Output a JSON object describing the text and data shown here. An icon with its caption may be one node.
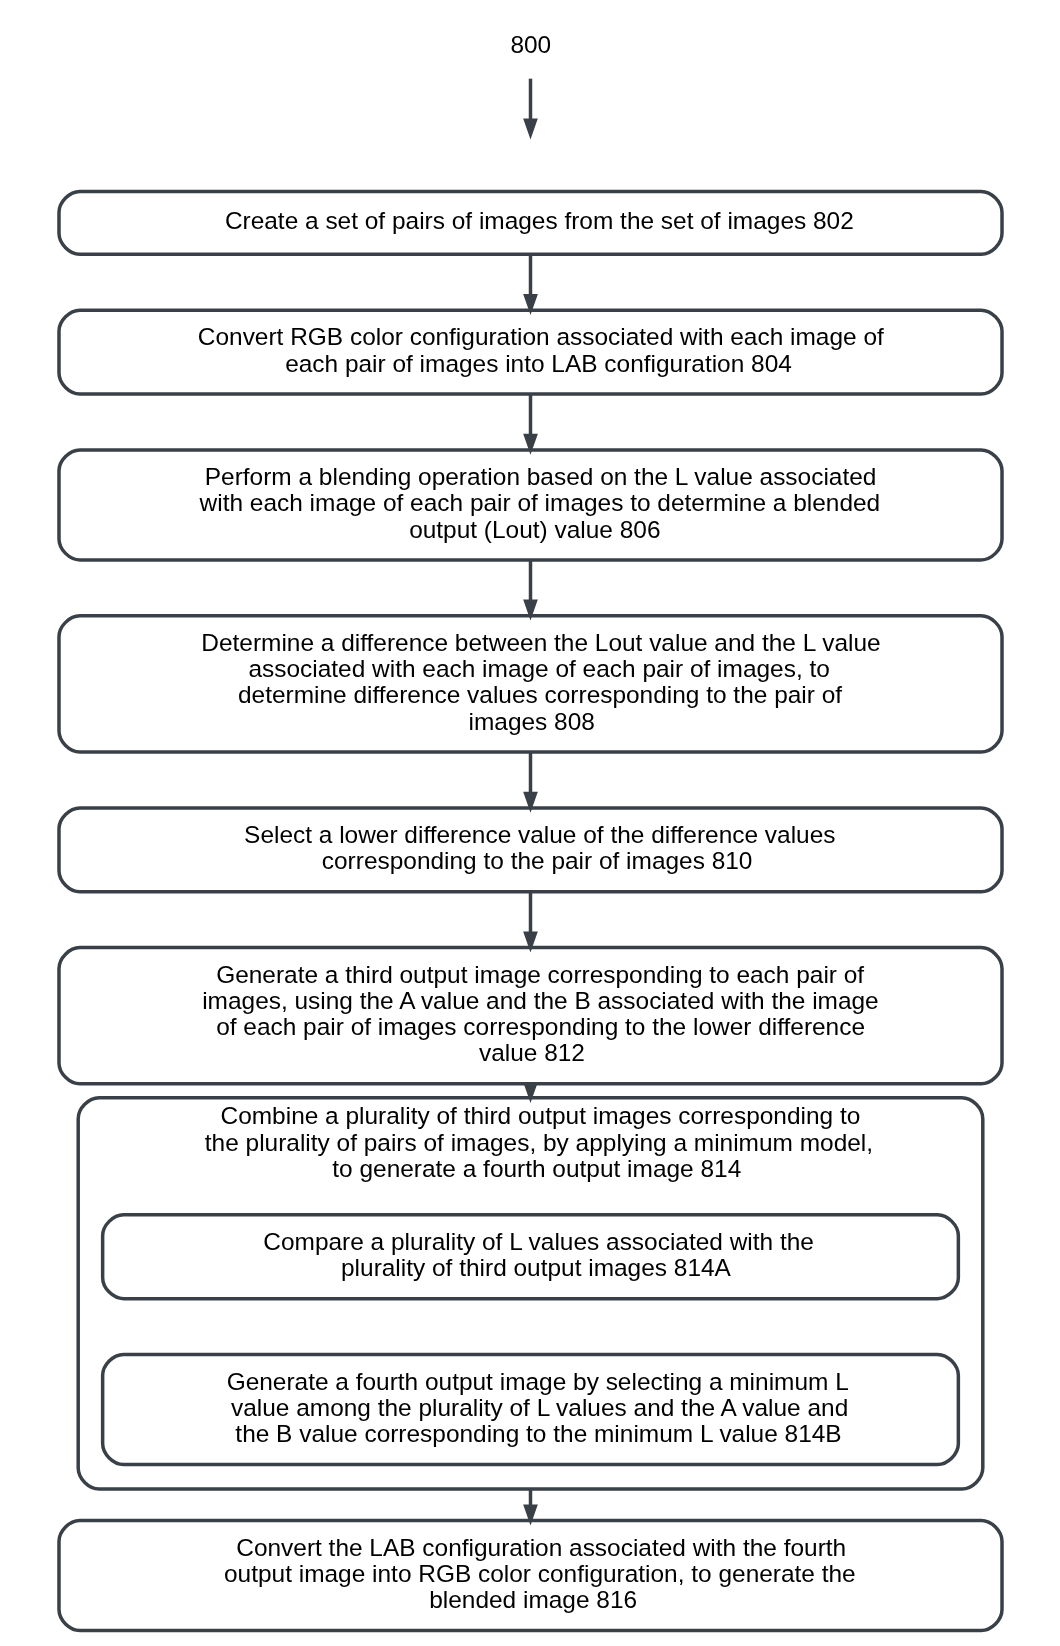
{
  "diagram": {
    "nodes": [
      {
        "text": [
          "800"
        ]
      },
      {
        "text": [
          "Create a set of pairs of images from the set of images 802"
        ]
      },
      {
        "text": [
          "Convert RGB color configuration associated with each image of each pair of images into LAB configuration 804"
        ]
      },
      {
        "text": [
          "Perform a blending operation based on the L value associated with each image of each pair of images to determine a blended output (Lout) value 806"
        ]
      },
      {
        "text": [
          "Determine a difference between the Lout value and the L value associated with each image of each pair of images, to determine difference values corresponding to the pair of images 808"
        ]
      },
      {
        "text": [
          "Select a lower difference value of the difference values corresponding to the pair of images 810"
        ]
      },
      {
        "text": [
          "Generate a third output image corresponding to each pair of images, using the A value and the B associated with the image of each pair of images corresponding to the lower difference value 812"
        ]
      },
      {
        "text": [
          "Combine a plurality of third output images corresponding to the plurality of pairs of images, by applying a minimum model, to generate a fourth output image 814"
        ]
      },
      {
        "text": [
          "Compare a plurality of L values associated with the plurality of third output images 814A"
        ],
        "in": 7
      },
      {
        "text": [
          "Generate a fourth output image by selecting a minimum L value among the plurality of L values and the A value and the B value corresponding to the minimum L value 814B"
        ],
        "in": 7
      },
      {
        "text": [
          "Convert the LAB configuration associated with the fourth output image into RGB color configuration, to generate the blended image 816"
        ]
      }
    ],
    "edges": [
      {
        "from": 0,
        "to": null,
        "arrow": "to"
      },
      {
        "from": 1,
        "to": 2,
        "arrow": "to"
      },
      {
        "from": 2,
        "to": 3,
        "arrow": "to"
      },
      {
        "from": 3,
        "to": 4,
        "arrow": "to"
      },
      {
        "from": 4,
        "to": 5,
        "arrow": "to"
      },
      {
        "from": 5,
        "to": 6,
        "arrow": "to"
      },
      {
        "from": 6,
        "to": 7,
        "arrow": "to"
      },
      {
        "from": 7,
        "to": 10,
        "arrow": "to"
      }
    ]
  }
}
